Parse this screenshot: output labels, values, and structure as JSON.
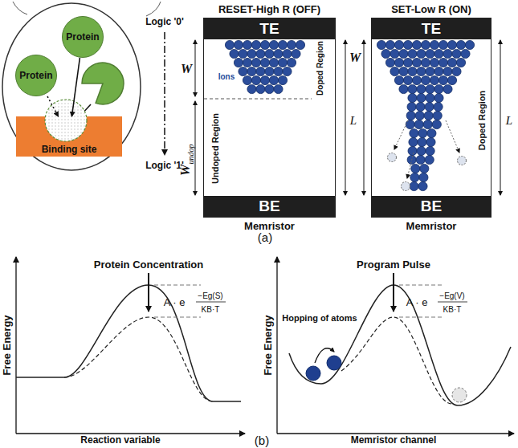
{
  "diagram": {
    "nodes": [
      {
        "text": [
          "Protein"
        ]
      },
      {
        "text": [
          "Protein"
        ]
      },
      {
        "text": [
          "Binding site"
        ]
      },
      {
        "text": [
          "RESET-High R (OFF)",
          "Memristor"
        ]
      },
      {
        "text": [
          "TE"
        ],
        "in": 3
      },
      {
        "text": [
          "BE"
        ],
        "in": 3
      },
      {
        "text": [
          "SET-Low R (ON)",
          "Memristor"
        ]
      },
      {
        "text": [
          "TE"
        ],
        "in": 6
      },
      {
        "text": [
          "BE"
        ],
        "in": 6
      }
    ],
    "edges": [
      {
        "from": 0,
        "to": 2,
        "arrow": "to"
      },
      {
        "from": 1,
        "to": 2,
        "arrow": "to"
      }
    ],
    "labels": [
      "Logic '0'",
      "Logic '1'",
      "W",
      "Ions",
      "Doped Region",
      "W",
      "undop",
      "Undoped Region",
      "L",
      "W",
      "Doped Region",
      "L",
      "(a)",
      "Free Energy",
      "Reaction variable",
      "Protein Concentration",
      "A · e",
      "−Eg(S)",
      "KB·T",
      "Free Energy",
      "Memristor channel",
      "Program Pulse",
      "Hopping of atoms",
      "A · e",
      "−Eg(V)",
      "KB·T",
      "(b)"
    ]
  }
}
